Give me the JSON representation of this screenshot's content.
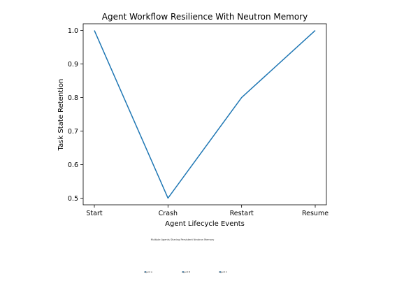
{
  "chart_data": {
    "type": "line",
    "title": "Agent Workflow Resilience With Neutron Memory",
    "xlabel": "Agent Lifecycle Events",
    "ylabel": "Task State Retention",
    "categories": [
      "Start",
      "Crash",
      "Restart",
      "Resume"
    ],
    "series": [
      {
        "values": [
          1.0,
          0.5,
          0.8,
          1.0
        ],
        "color": "#1f77b4"
      }
    ],
    "ylim": [
      0.48,
      1.02
    ],
    "yticks": [
      "0.5",
      "0.6",
      "0.7",
      "0.8",
      "0.9",
      "1.0"
    ],
    "grid": false,
    "diagram": {
      "title": "Multiple Agents Sharing Persistent Neutron Memory",
      "agents": [
        "Agent A",
        "Agent B",
        "Agent C"
      ]
    }
  }
}
